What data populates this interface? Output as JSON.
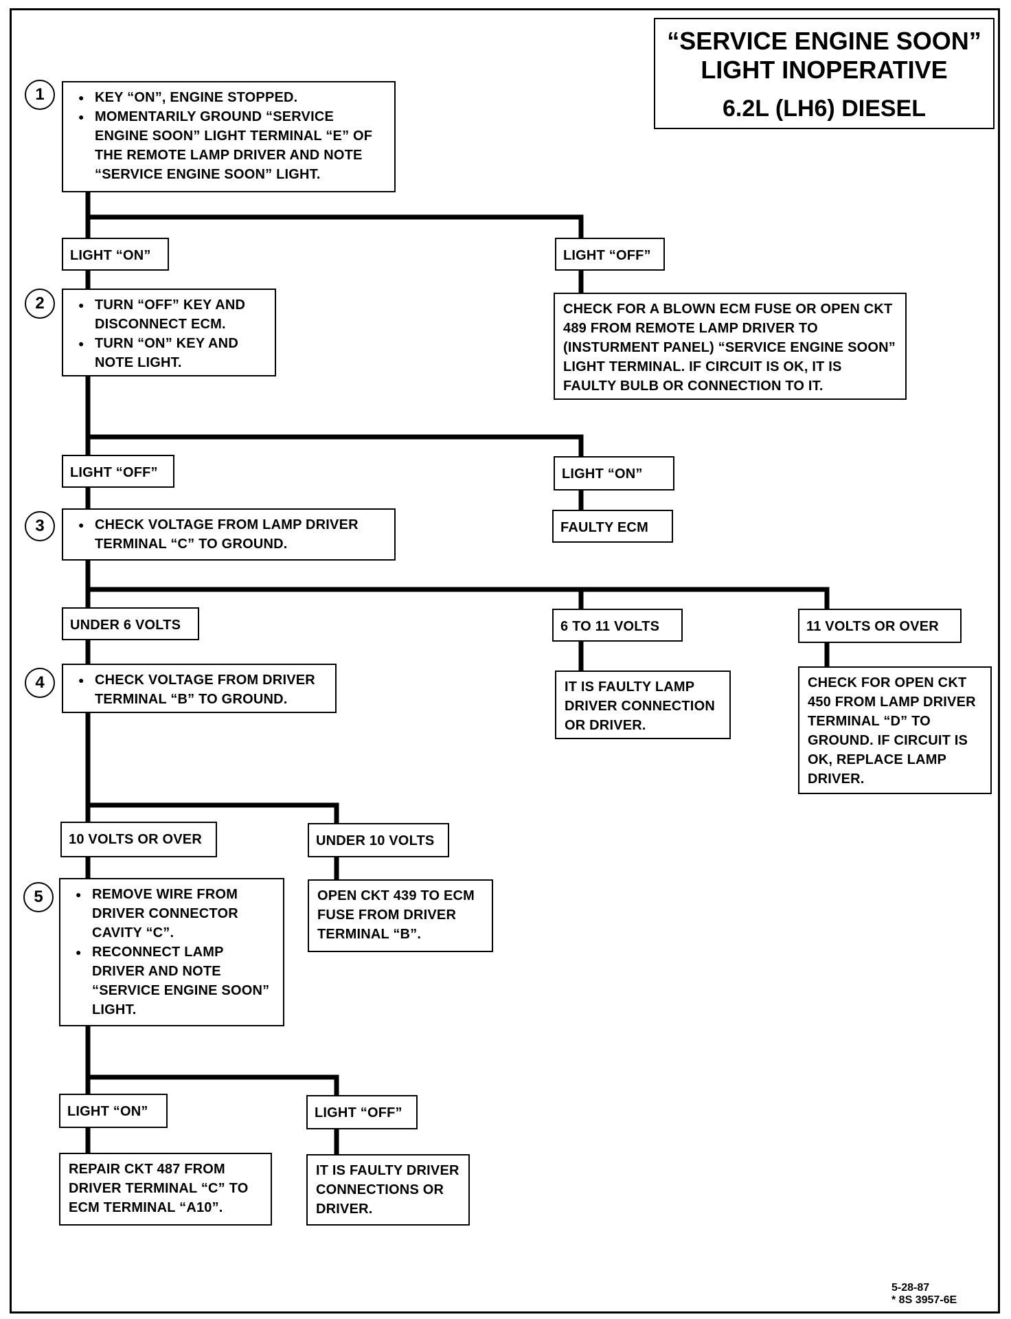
{
  "title": {
    "line1": "“SERVICE ENGINE SOON”",
    "line2": "LIGHT INOPERATIVE",
    "line3": "6.2L (LH6) DIESEL"
  },
  "steps": {
    "s1": {
      "number": "1",
      "items": [
        "KEY “ON”, ENGINE STOPPED.",
        "MOMENTARILY GROUND “SERVICE ENGINE SOON” LIGHT TERMINAL “E” OF THE REMOTE LAMP DRIVER AND NOTE “SERVICE ENGINE SOON” LIGHT."
      ]
    },
    "s2": {
      "number": "2",
      "items": [
        "TURN “OFF” KEY AND DISCONNECT ECM.",
        "TURN “ON” KEY AND NOTE LIGHT."
      ]
    },
    "s3": {
      "number": "3",
      "items": [
        "CHECK VOLTAGE FROM LAMP DRIVER TERMINAL “C” TO GROUND."
      ]
    },
    "s4": {
      "number": "4",
      "items": [
        "CHECK VOLTAGE FROM DRIVER TERMINAL “B” TO GROUND."
      ]
    },
    "s5": {
      "number": "5",
      "items": [
        "REMOVE WIRE FROM DRIVER CONNECTOR CAVITY “C”.",
        "RECONNECT LAMP DRIVER AND NOTE “SERVICE ENGINE SOON” LIGHT."
      ]
    }
  },
  "labels": {
    "l1_on": "LIGHT “ON”",
    "l1_off": "LIGHT “OFF”",
    "l2_off": "LIGHT “OFF”",
    "l2_on": "LIGHT “ON”",
    "l3_under6": "UNDER 6 VOLTS",
    "l3_6to11": "6 TO 11 VOLTS",
    "l3_11over": "11 VOLTS OR OVER",
    "l4_10over": "10 VOLTS OR OVER",
    "l4_under10": "UNDER 10 VOLTS",
    "l5_on": "LIGHT “ON”",
    "l5_off": "LIGHT “OFF”"
  },
  "results": {
    "blown_fuse": "CHECK FOR A BLOWN ECM FUSE OR OPEN CKT 489 FROM REMOTE LAMP DRIVER TO (INSTURMENT PANEL) “SERVICE ENGINE SOON” LIGHT TERMINAL. IF CIRCUIT IS OK, IT IS FAULTY BULB OR CONNECTION TO IT.",
    "faulty_ecm": "FAULTY ECM",
    "faulty_lamp_driver": "IT IS FAULTY LAMP DRIVER CONNECTION OR DRIVER.",
    "open_ckt_450": "CHECK FOR OPEN CKT 450 FROM LAMP DRIVER TERMINAL “D” TO GROUND. IF CIRCUIT IS OK, REPLACE LAMP DRIVER.",
    "open_ckt_439": "OPEN CKT 439 TO ECM FUSE FROM DRIVER TERMINAL “B”.",
    "repair_ckt_487": "REPAIR CKT 487 FROM DRIVER TERMINAL “C” TO ECM TERMINAL “A10”.",
    "faulty_driver_conn": "IT IS FAULTY DRIVER CONNECTIONS OR DRIVER."
  },
  "footer": {
    "date": "5-28-87",
    "code": "* 8S 3957-6E"
  }
}
